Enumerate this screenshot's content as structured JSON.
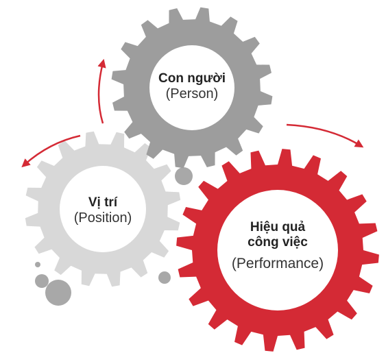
{
  "colors": {
    "gear_person": "#9d9d9d",
    "gear_position": "#d8d8d8",
    "gear_performance": "#d42a35",
    "arrow": "#d42a35",
    "dots": "#a8a8a8"
  },
  "gears": {
    "person": {
      "title": "Con người",
      "subtitle": "(Person)"
    },
    "position": {
      "title": "Vị trí",
      "subtitle": "(Position)"
    },
    "performance": {
      "title_line1": "Hiệu quả",
      "title_line2": "công việc",
      "subtitle": "(Performance)"
    }
  },
  "icons": {
    "gear_person": "gear-icon",
    "gear_position": "gear-icon",
    "gear_performance": "gear-icon",
    "arrows": "curved-arrow-icon"
  }
}
